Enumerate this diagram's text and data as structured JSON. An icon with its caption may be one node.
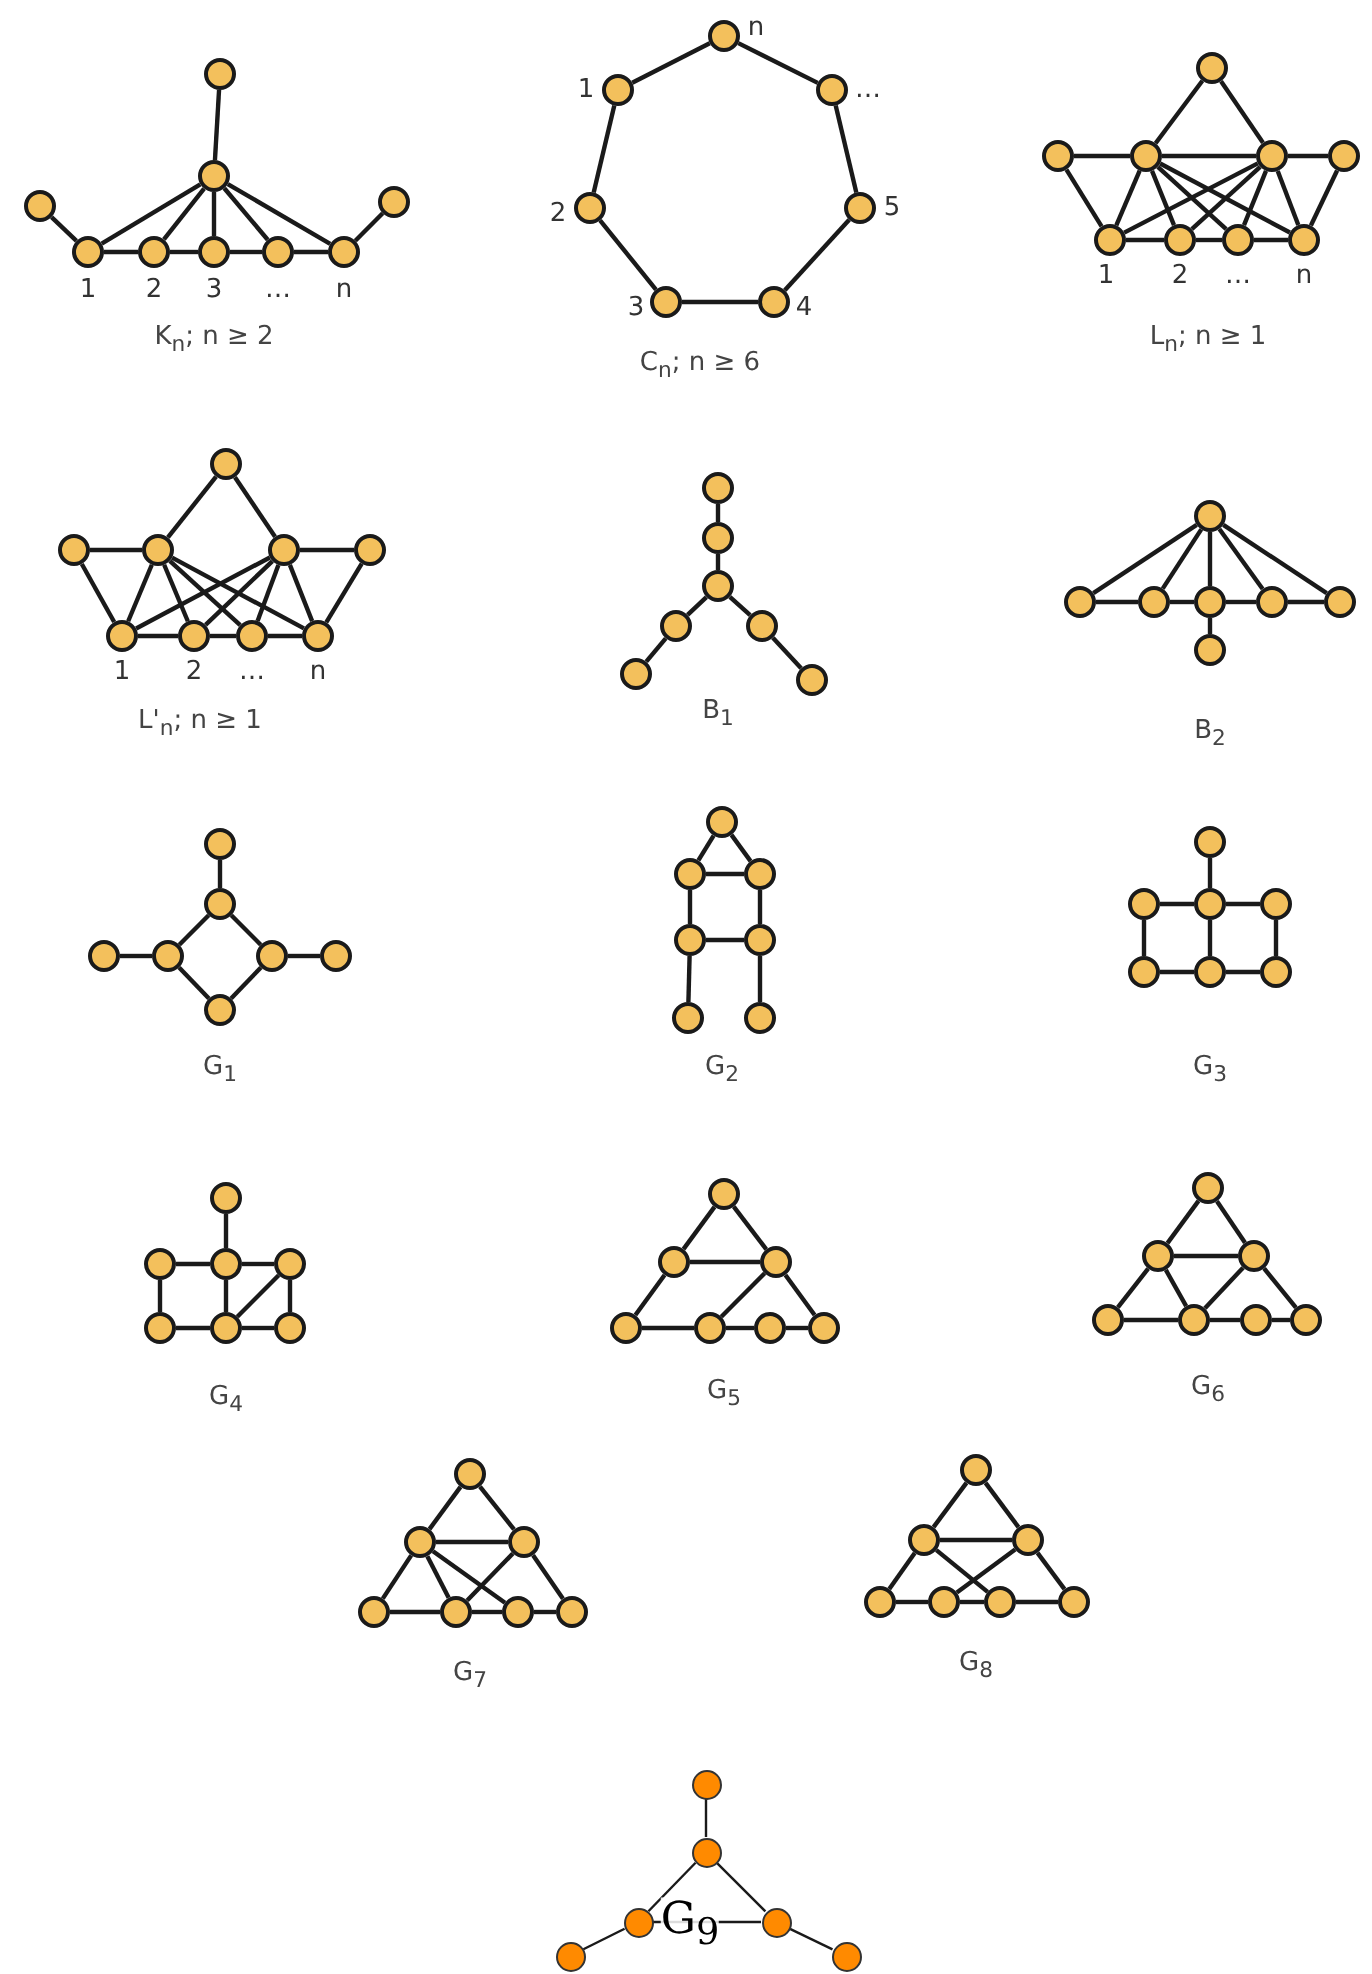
{
  "diagram": {
    "nodes": [
      {
        "text": [],
        "shape": "circle"
      },
      {
        "text": [],
        "shape": "circle"
      },
      {
        "text": [],
        "shape": "circle"
      },
      {
        "text": [],
        "shape": "circle",
        "beside": [
          "1"
        ]
      },
      {
        "text": [],
        "shape": "circle",
        "beside": [
          "2"
        ]
      },
      {
        "text": [],
        "shape": "circle",
        "beside": [
          "3"
        ]
      },
      {
        "text": [],
        "shape": "circle",
        "beside": [
          "…"
        ]
      },
      {
        "text": [],
        "shape": "circle",
        "beside": [
          "n"
        ]
      },
      {
        "text": [],
        "shape": "circle"
      },
      {
        "text": [],
        "shape": "circle",
        "beside": [
          "n"
        ]
      },
      {
        "text": [],
        "shape": "circle",
        "beside": [
          "1"
        ]
      },
      {
        "text": [],
        "shape": "circle",
        "beside": [
          "…"
        ]
      },
      {
        "text": [],
        "shape": "circle",
        "beside": [
          "2"
        ]
      },
      {
        "text": [],
        "shape": "circle",
        "beside": [
          "5"
        ]
      },
      {
        "text": [],
        "shape": "circle",
        "beside": [
          "3"
        ]
      },
      {
        "text": [],
        "shape": "circle",
        "beside": [
          "4"
        ]
      },
      {
        "text": [],
        "shape": "circle"
      },
      {
        "text": [],
        "shape": "circle"
      },
      {
        "text": [],
        "shape": "circle"
      },
      {
        "text": [],
        "shape": "circle"
      },
      {
        "text": [],
        "shape": "circle"
      },
      {
        "text": [],
        "shape": "circle",
        "beside": [
          "1"
        ]
      },
      {
        "text": [],
        "shape": "circle",
        "beside": [
          "2"
        ]
      },
      {
        "text": [],
        "shape": "circle",
        "beside": [
          "…"
        ]
      },
      {
        "text": [],
        "shape": "circle",
        "beside": [
          "n"
        ]
      },
      {
        "text": [],
        "shape": "circle"
      },
      {
        "text": [],
        "shape": "circle"
      },
      {
        "text": [],
        "shape": "circle"
      },
      {
        "text": [],
        "shape": "circle"
      },
      {
        "text": [],
        "shape": "circle"
      },
      {
        "text": [],
        "shape": "circle",
        "beside": [
          "1"
        ]
      },
      {
        "text": [],
        "shape": "circle",
        "beside": [
          "2"
        ]
      },
      {
        "text": [],
        "shape": "circle",
        "beside": [
          "…"
        ]
      },
      {
        "text": [],
        "shape": "circle",
        "beside": [
          "n"
        ]
      },
      {
        "text": [],
        "shape": "circle"
      },
      {
        "text": [],
        "shape": "circle"
      },
      {
        "text": [],
        "shape": "circle"
      },
      {
        "text": [],
        "shape": "circle"
      },
      {
        "text": [],
        "shape": "circle"
      },
      {
        "text": [],
        "shape": "circle"
      },
      {
        "text": [],
        "shape": "circle"
      },
      {
        "text": [],
        "shape": "circle"
      },
      {
        "text": [],
        "shape": "circle"
      },
      {
        "text": [],
        "shape": "circle"
      },
      {
        "text": [],
        "shape": "circle"
      },
      {
        "text": [],
        "shape": "circle"
      },
      {
        "text": [],
        "shape": "circle"
      },
      {
        "text": [],
        "shape": "circle"
      },
      {
        "text": [],
        "shape": "circle"
      },
      {
        "text": [],
        "shape": "circle"
      },
      {
        "text": [],
        "shape": "circle"
      },
      {
        "text": [],
        "shape": "circle"
      },
      {
        "text": [],
        "shape": "circle"
      },
      {
        "text": [],
        "shape": "circle"
      },
      {
        "text": [],
        "shape": "circle"
      },
      {
        "text": [],
        "shape": "circle"
      },
      {
        "text": [],
        "shape": "circle"
      },
      {
        "text": [],
        "shape": "circle"
      },
      {
        "text": [],
        "shape": "circle"
      },
      {
        "text": [],
        "shape": "circle"
      },
      {
        "text": [],
        "shape": "circle"
      },
      {
        "text": [],
        "shape": "circle"
      },
      {
        "text": [],
        "shape": "circle"
      },
      {
        "text": [],
        "shape": "circle"
      },
      {
        "text": [],
        "shape": "circle"
      },
      {
        "text": [],
        "shape": "circle"
      },
      {
        "text": [],
        "shape": "circle"
      },
      {
        "text": [],
        "shape": "circle"
      },
      {
        "text": [],
        "shape": "circle"
      },
      {
        "text": [],
        "shape": "circle"
      },
      {
        "text": [],
        "shape": "circle"
      },
      {
        "text": [],
        "shape": "circle"
      },
      {
        "text": [],
        "shape": "circle"
      },
      {
        "text": [],
        "shape": "circle"
      },
      {
        "text": [],
        "shape": "circle"
      },
      {
        "text": [],
        "shape": "circle"
      },
      {
        "text": [],
        "shape": "circle"
      },
      {
        "text": [],
        "shape": "circle"
      },
      {
        "text": [],
        "shape": "circle"
      },
      {
        "text": [],
        "shape": "circle"
      },
      {
        "text": [],
        "shape": "circle"
      },
      {
        "text": [],
        "shape": "circle"
      },
      {
        "text": [],
        "shape": "circle"
      },
      {
        "text": [],
        "shape": "circle"
      },
      {
        "text": [],
        "shape": "circle"
      },
      {
        "text": [],
        "shape": "circle"
      },
      {
        "text": [],
        "shape": "circle"
      },
      {
        "text": [],
        "shape": "circle"
      },
      {
        "text": [],
        "shape": "circle"
      },
      {
        "text": [],
        "shape": "circle"
      },
      {
        "text": [],
        "shape": "circle"
      },
      {
        "text": [],
        "shape": "circle"
      },
      {
        "text": [],
        "shape": "circle"
      },
      {
        "text": [],
        "shape": "circle"
      },
      {
        "text": [],
        "shape": "circle"
      },
      {
        "text": [],
        "shape": "circle"
      },
      {
        "text": [],
        "shape": "circle"
      },
      {
        "text": [],
        "shape": "circle"
      },
      {
        "text": [],
        "shape": "circle"
      },
      {
        "text": [],
        "shape": "circle"
      },
      {
        "text": [],
        "shape": "circle"
      },
      {
        "text": [],
        "shape": "circle"
      },
      {
        "text": [],
        "shape": "circle"
      },
      {
        "text": [],
        "shape": "circle"
      },
      {
        "text": [],
        "shape": "circle"
      },
      {
        "text": [],
        "shape": "circle"
      },
      {
        "text": [],
        "shape": "circle"
      },
      {
        "text": [],
        "shape": "circle"
      },
      {
        "text": [],
        "shape": "circle"
      },
      {
        "text": [],
        "shape": "circle"
      }
    ],
    "edges": [
      {
        "from": 0,
        "to": 1,
        "arrow": "none"
      },
      {
        "from": 1,
        "to": 3,
        "arrow": "none"
      },
      {
        "from": 1,
        "to": 4,
        "arrow": "none"
      },
      {
        "from": 1,
        "to": 5,
        "arrow": "none"
      },
      {
        "from": 1,
        "to": 6,
        "arrow": "none"
      },
      {
        "from": 1,
        "to": 7,
        "arrow": "none"
      },
      {
        "from": 3,
        "to": 4,
        "arrow": "none"
      },
      {
        "from": 4,
        "to": 5,
        "arrow": "none"
      },
      {
        "from": 5,
        "to": 6,
        "arrow": "none"
      },
      {
        "from": 6,
        "to": 7,
        "arrow": "none"
      },
      {
        "from": 2,
        "to": 3,
        "arrow": "none"
      },
      {
        "from": 7,
        "to": 8,
        "arrow": "none"
      },
      {
        "from": 9,
        "to": 11,
        "arrow": "none"
      },
      {
        "from": 11,
        "to": 13,
        "arrow": "none"
      },
      {
        "from": 13,
        "to": 15,
        "arrow": "none"
      },
      {
        "from": 15,
        "to": 14,
        "arrow": "none"
      },
      {
        "from": 14,
        "to": 12,
        "arrow": "none"
      },
      {
        "from": 12,
        "to": 10,
        "arrow": "none"
      },
      {
        "from": 10,
        "to": 9,
        "arrow": "none"
      },
      {
        "from": 16,
        "to": 18,
        "arrow": "none"
      },
      {
        "from": 16,
        "to": 19,
        "arrow": "none"
      },
      {
        "from": 18,
        "to": 19,
        "arrow": "none"
      },
      {
        "from": 17,
        "to": 18,
        "arrow": "none"
      },
      {
        "from": 19,
        "to": 20,
        "arrow": "none"
      },
      {
        "from": 17,
        "to": 21,
        "arrow": "none"
      },
      {
        "from": 20,
        "to": 24,
        "arrow": "none"
      },
      {
        "from": 21,
        "to": 22,
        "arrow": "none"
      },
      {
        "from": 22,
        "to": 23,
        "arrow": "none"
      },
      {
        "from": 23,
        "to": 24,
        "arrow": "none"
      },
      {
        "from": 18,
        "to": 21,
        "arrow": "none"
      },
      {
        "from": 18,
        "to": 22,
        "arrow": "none"
      },
      {
        "from": 18,
        "to": 23,
        "arrow": "none"
      },
      {
        "from": 18,
        "to": 24,
        "arrow": "none"
      },
      {
        "from": 19,
        "to": 21,
        "arrow": "none"
      },
      {
        "from": 19,
        "to": 22,
        "arrow": "none"
      },
      {
        "from": 19,
        "to": 23,
        "arrow": "none"
      },
      {
        "from": 19,
        "to": 24,
        "arrow": "none"
      },
      {
        "from": 25,
        "to": 27,
        "arrow": "none"
      },
      {
        "from": 25,
        "to": 28,
        "arrow": "none"
      },
      {
        "from": 26,
        "to": 27,
        "arrow": "none"
      },
      {
        "from": 28,
        "to": 29,
        "arrow": "none"
      },
      {
        "from": 26,
        "to": 30,
        "arrow": "none"
      },
      {
        "from": 29,
        "to": 33,
        "arrow": "none"
      },
      {
        "from": 30,
        "to": 31,
        "arrow": "none"
      },
      {
        "from": 31,
        "to": 32,
        "arrow": "none"
      },
      {
        "from": 32,
        "to": 33,
        "arrow": "none"
      },
      {
        "from": 27,
        "to": 30,
        "arrow": "none"
      },
      {
        "from": 27,
        "to": 31,
        "arrow": "none"
      },
      {
        "from": 27,
        "to": 32,
        "arrow": "none"
      },
      {
        "from": 27,
        "to": 33,
        "arrow": "none"
      },
      {
        "from": 28,
        "to": 30,
        "arrow": "none"
      },
      {
        "from": 28,
        "to": 31,
        "arrow": "none"
      },
      {
        "from": 28,
        "to": 32,
        "arrow": "none"
      },
      {
        "from": 28,
        "to": 33,
        "arrow": "none"
      },
      {
        "from": 34,
        "to": 35,
        "arrow": "none"
      },
      {
        "from": 35,
        "to": 36,
        "arrow": "none"
      },
      {
        "from": 36,
        "to": 37,
        "arrow": "none"
      },
      {
        "from": 37,
        "to": 38,
        "arrow": "none"
      },
      {
        "from": 36,
        "to": 39,
        "arrow": "none"
      },
      {
        "from": 39,
        "to": 40,
        "arrow": "none"
      },
      {
        "from": 41,
        "to": 42,
        "arrow": "none"
      },
      {
        "from": 41,
        "to": 43,
        "arrow": "none"
      },
      {
        "from": 41,
        "to": 44,
        "arrow": "none"
      },
      {
        "from": 41,
        "to": 45,
        "arrow": "none"
      },
      {
        "from": 41,
        "to": 46,
        "arrow": "none"
      },
      {
        "from": 42,
        "to": 43,
        "arrow": "none"
      },
      {
        "from": 43,
        "to": 44,
        "arrow": "none"
      },
      {
        "from": 44,
        "to": 45,
        "arrow": "none"
      },
      {
        "from": 45,
        "to": 46,
        "arrow": "none"
      },
      {
        "from": 44,
        "to": 47,
        "arrow": "none"
      },
      {
        "from": 48,
        "to": 49,
        "arrow": "none"
      },
      {
        "from": 49,
        "to": 51,
        "arrow": "none"
      },
      {
        "from": 49,
        "to": 52,
        "arrow": "none"
      },
      {
        "from": 51,
        "to": 54,
        "arrow": "none"
      },
      {
        "from": 52,
        "to": 54,
        "arrow": "none"
      },
      {
        "from": 50,
        "to": 51,
        "arrow": "none"
      },
      {
        "from": 52,
        "to": 53,
        "arrow": "none"
      },
      {
        "from": 55,
        "to": 56,
        "arrow": "none"
      },
      {
        "from": 55,
        "to": 57,
        "arrow": "none"
      },
      {
        "from": 56,
        "to": 57,
        "arrow": "none"
      },
      {
        "from": 56,
        "to": 58,
        "arrow": "none"
      },
      {
        "from": 57,
        "to": 59,
        "arrow": "none"
      },
      {
        "from": 58,
        "to": 59,
        "arrow": "none"
      },
      {
        "from": 58,
        "to": 60,
        "arrow": "none"
      },
      {
        "from": 59,
        "to": 61,
        "arrow": "none"
      },
      {
        "from": 62,
        "to": 64,
        "arrow": "none"
      },
      {
        "from": 63,
        "to": 64,
        "arrow": "none"
      },
      {
        "from": 64,
        "to": 65,
        "arrow": "none"
      },
      {
        "from": 63,
        "to": 66,
        "arrow": "none"
      },
      {
        "from": 64,
        "to": 67,
        "arrow": "none"
      },
      {
        "from": 65,
        "to": 68,
        "arrow": "none"
      },
      {
        "from": 66,
        "to": 67,
        "arrow": "none"
      },
      {
        "from": 67,
        "to": 68,
        "arrow": "none"
      },
      {
        "from": 69,
        "to": 71,
        "arrow": "none"
      },
      {
        "from": 70,
        "to": 71,
        "arrow": "none"
      },
      {
        "from": 71,
        "to": 72,
        "arrow": "none"
      },
      {
        "from": 70,
        "to": 73,
        "arrow": "none"
      },
      {
        "from": 71,
        "to": 74,
        "arrow": "none"
      },
      {
        "from": 72,
        "to": 75,
        "arrow": "none"
      },
      {
        "from": 73,
        "to": 74,
        "arrow": "none"
      },
      {
        "from": 74,
        "to": 75,
        "arrow": "none"
      },
      {
        "from": 74,
        "to": 72,
        "arrow": "none"
      },
      {
        "from": 76,
        "to": 77,
        "arrow": "none"
      },
      {
        "from": 76,
        "to": 78,
        "arrow": "none"
      },
      {
        "from": 77,
        "to": 78,
        "arrow": "none"
      },
      {
        "from": 77,
        "to": 79,
        "arrow": "none"
      },
      {
        "from": 78,
        "to": 82,
        "arrow": "none"
      },
      {
        "from": 80,
        "to": 78,
        "arrow": "none"
      },
      {
        "from": 79,
        "to": 80,
        "arrow": "none"
      },
      {
        "from": 80,
        "to": 81,
        "arrow": "none"
      },
      {
        "from": 81,
        "to": 82,
        "arrow": "none"
      },
      {
        "from": 83,
        "to": 84,
        "arrow": "none"
      },
      {
        "from": 83,
        "to": 85,
        "arrow": "none"
      },
      {
        "from": 84,
        "to": 85,
        "arrow": "none"
      },
      {
        "from": 84,
        "to": 86,
        "arrow": "none"
      },
      {
        "from": 85,
        "to": 89,
        "arrow": "none"
      },
      {
        "from": 84,
        "to": 87,
        "arrow": "none"
      },
      {
        "from": 85,
        "to": 87,
        "arrow": "none"
      },
      {
        "from": 86,
        "to": 87,
        "arrow": "none"
      },
      {
        "from": 87,
        "to": 88,
        "arrow": "none"
      },
      {
        "from": 88,
        "to": 89,
        "arrow": "none"
      },
      {
        "from": 90,
        "to": 91,
        "arrow": "none"
      },
      {
        "from": 90,
        "to": 92,
        "arrow": "none"
      },
      {
        "from": 91,
        "to": 92,
        "arrow": "none"
      },
      {
        "from": 91,
        "to": 93,
        "arrow": "none"
      },
      {
        "from": 92,
        "to": 96,
        "arrow": "none"
      },
      {
        "from": 91,
        "to": 94,
        "arrow": "none"
      },
      {
        "from": 91,
        "to": 95,
        "arrow": "none"
      },
      {
        "from": 92,
        "to": 94,
        "arrow": "none"
      },
      {
        "from": 93,
        "to": 94,
        "arrow": "none"
      },
      {
        "from": 94,
        "to": 95,
        "arrow": "none"
      },
      {
        "from": 95,
        "to": 96,
        "arrow": "none"
      },
      {
        "from": 97,
        "to": 98,
        "arrow": "none"
      },
      {
        "from": 97,
        "to": 99,
        "arrow": "none"
      },
      {
        "from": 98,
        "to": 99,
        "arrow": "none"
      },
      {
        "from": 98,
        "to": 100,
        "arrow": "none"
      },
      {
        "from": 99,
        "to": 103,
        "arrow": "none"
      },
      {
        "from": 98,
        "to": 102,
        "arrow": "none"
      },
      {
        "from": 99,
        "to": 101,
        "arrow": "none"
      },
      {
        "from": 100,
        "to": 101,
        "arrow": "none"
      },
      {
        "from": 101,
        "to": 102,
        "arrow": "none"
      },
      {
        "from": 102,
        "to": 103,
        "arrow": "none"
      },
      {
        "from": 104,
        "to": 105,
        "arrow": "none"
      },
      {
        "from": 105,
        "to": 106,
        "arrow": "none"
      },
      {
        "from": 105,
        "to": 107,
        "arrow": "none"
      },
      {
        "from": 106,
        "to": 107,
        "arrow": "none"
      },
      {
        "from": 106,
        "to": 108,
        "arrow": "none"
      },
      {
        "from": 107,
        "to": 109,
        "arrow": "none"
      }
    ],
    "labels": [
      "K$_{n}$; n ≥ 2",
      "C$_{n}$; n ≥ 6",
      "L$_{n}$; n ≥ 1",
      "L'$_{n}$; n ≥ 1",
      "B$_{1}$",
      "B$_{2}$",
      "G$_{1}$",
      "G$_{2}$",
      "G$_{3}$",
      "G$_{4}$",
      "G$_{5}$",
      "G$_{6}$",
      "G$_{7}$",
      "G$_{8}$",
      "G$_{9}$"
    ]
  }
}
